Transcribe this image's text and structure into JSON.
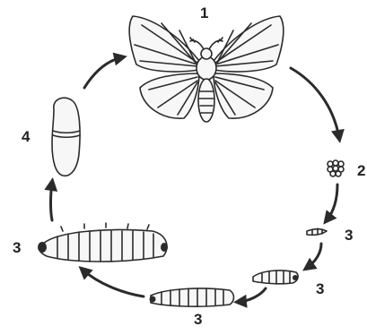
{
  "labels": {
    "moth": "1",
    "eggs": "2",
    "larva_tiny": "3",
    "larva_small": "3",
    "larva_medium": "3",
    "larva_large": "3",
    "cocoon": "4"
  },
  "icons": {
    "moth": "moth-icon",
    "eggs": "eggs-icon",
    "larva": "caterpillar-icon",
    "cocoon": "cocoon-icon",
    "arrow": "cycle-arrow-icon"
  },
  "colors": {
    "ink": "#2b2b2b",
    "fill": "#f7f7f7"
  }
}
